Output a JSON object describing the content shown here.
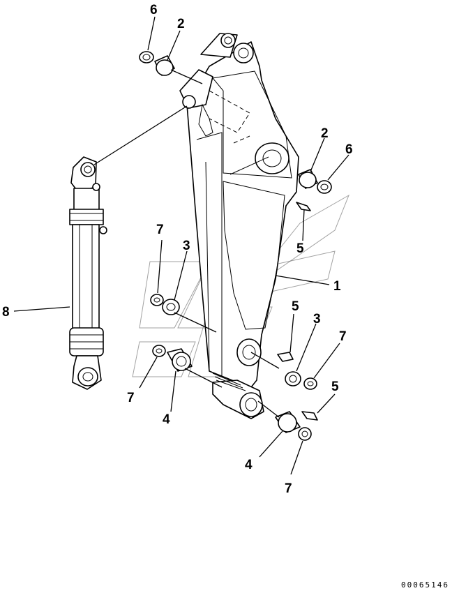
{
  "callouts": {
    "p6_top": "6",
    "p2_top": "2",
    "p2_right": "2",
    "p6_right": "6",
    "p5_upper": "5",
    "p7_left_upper": "7",
    "p3_left": "3",
    "p1": "1",
    "p8": "8",
    "p5_middle": "5",
    "p3_right": "3",
    "p7_right": "7",
    "p7_left_lower": "7",
    "p4_left": "4",
    "p5_lower": "5",
    "p4_lower": "4",
    "p7_bottom": "7"
  },
  "drawing_code": "00065146"
}
